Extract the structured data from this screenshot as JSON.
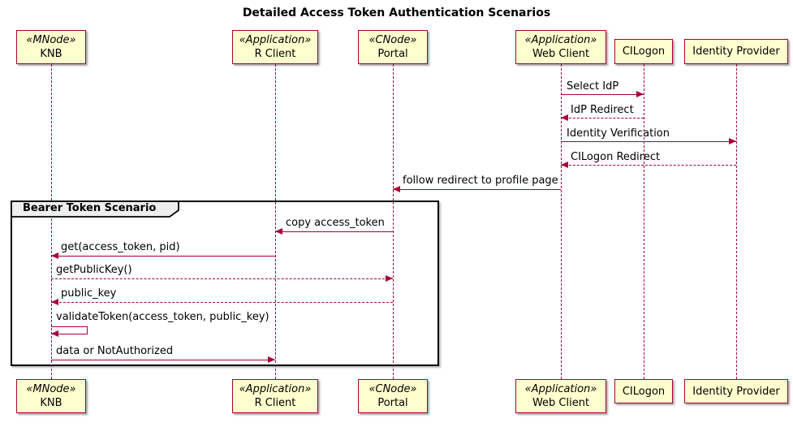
{
  "title": "Detailed Access Token Authentication Scenarios",
  "participants": [
    {
      "stereotype": "«MNode»",
      "name": "KNB"
    },
    {
      "stereotype": "«Application»",
      "name": "R Client"
    },
    {
      "stereotype": "«CNode»",
      "name": "Portal"
    },
    {
      "stereotype": "«Application»",
      "name": "Web Client"
    },
    {
      "name": "CILogon"
    },
    {
      "name": "Identity Provider"
    }
  ],
  "frame": {
    "label": "Bearer Token Scenario"
  },
  "messages": [
    {
      "label": "Select IdP",
      "from": "Web Client",
      "to": "CILogon",
      "line": "solid"
    },
    {
      "label": "IdP Redirect",
      "from": "CILogon",
      "to": "Web Client",
      "line": "dashed"
    },
    {
      "label": "Identity Verification",
      "from": "Web Client",
      "to": "Identity Provider",
      "line": "solid"
    },
    {
      "label": "CILogon Redirect",
      "from": "Identity Provider",
      "to": "Web Client",
      "line": "dashed"
    },
    {
      "label": "follow redirect to profile page",
      "from": "Web Client",
      "to": "Portal",
      "line": "solid"
    },
    {
      "label": "copy access_token",
      "from": "Portal",
      "to": "R Client",
      "line": "solid"
    },
    {
      "label": "get(access_token, pid)",
      "from": "R Client",
      "to": "KNB",
      "line": "solid"
    },
    {
      "label": "getPublicKey()",
      "from": "KNB",
      "to": "Portal",
      "line": "dashed"
    },
    {
      "label": "public_key",
      "from": "Portal",
      "to": "KNB",
      "line": "dashed"
    },
    {
      "label": "validateToken(access_token, public_key)",
      "from": "KNB",
      "to": "KNB",
      "line": "self"
    },
    {
      "label": "data or NotAuthorized",
      "from": "KNB",
      "to": "R Client",
      "line": "solid"
    }
  ],
  "colors": {
    "participant_fill": "#FEFECE",
    "participant_border": "#A80036",
    "lifeline": "#A80036",
    "arrow": "#A80036",
    "frame_border": "#000000",
    "frame_header_fill": "#EEEEEE",
    "background": "#FFFFFF",
    "text": "#000000"
  }
}
